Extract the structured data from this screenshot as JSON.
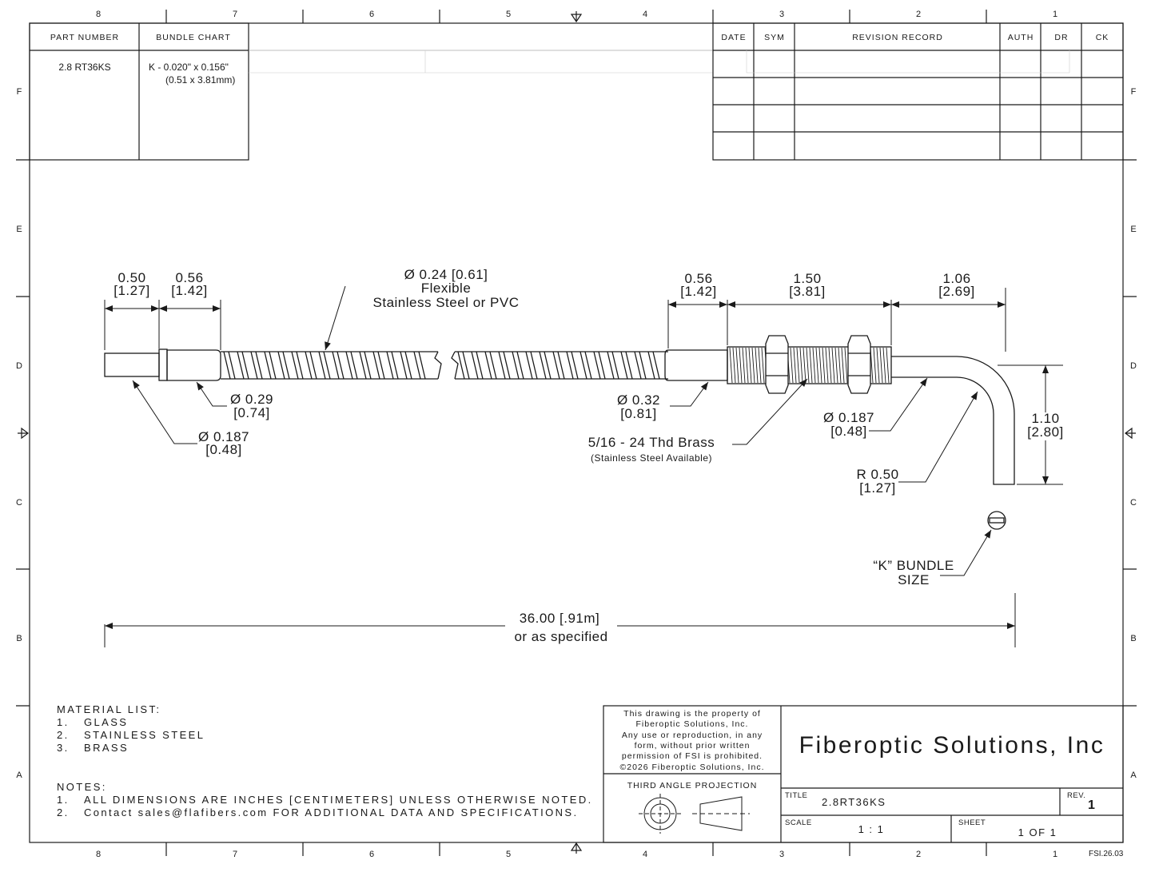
{
  "zone_columns": [
    "8",
    "7",
    "6",
    "5",
    "4",
    "3",
    "2",
    "1"
  ],
  "zone_rows": [
    "F",
    "E",
    "D",
    "C",
    "B",
    "A"
  ],
  "part_table": {
    "headers": {
      "part_number": "PART NUMBER",
      "bundle_chart": "BUNDLE CHART"
    },
    "part_number": "2.8 RT36KS",
    "bundle_line1": "K - 0.020\" x 0.156\"",
    "bundle_line2": "(0.51 x 3.81mm)"
  },
  "revision_table": {
    "headers": {
      "date": "DATE",
      "sym": "SYM",
      "record": "REVISION RECORD",
      "auth": "AUTH",
      "dr": "DR",
      "ck": "CK"
    }
  },
  "dimensions": {
    "tip_len": [
      "0.50",
      "[1.27]"
    ],
    "ferrule_len": [
      "0.56",
      "[1.42]"
    ],
    "sheath": [
      "Ø 0.24 [0.61]",
      "Flexible",
      "Stainless Steel or PVC"
    ],
    "ferrule2_len": [
      "0.56",
      "[1.42]"
    ],
    "thread_len": [
      "1.50",
      "[3.81]"
    ],
    "bend_len": [
      "1.06",
      "[2.69]"
    ],
    "ferrule_dia": [
      "Ø 0.29",
      "[0.74]"
    ],
    "tip_dia": [
      "Ø 0.187",
      "[0.48]"
    ],
    "ferrule2_dia": [
      "Ø 0.32",
      "[0.81]"
    ],
    "thread": [
      "5/16 - 24 Thd Brass",
      "(Stainless Steel Available)"
    ],
    "probe_dia": [
      "Ø 0.187",
      "[0.48]"
    ],
    "probe_height": [
      "1.10",
      "[2.80]"
    ],
    "bend_radius": [
      "R 0.50",
      "[1.27]"
    ],
    "bundle": [
      "“K” BUNDLE",
      "SIZE"
    ],
    "overall": [
      "36.00 [.91m]",
      "or as specified"
    ]
  },
  "material_list": {
    "heading": "MATERIAL LIST:",
    "items": [
      {
        "num": "1.",
        "text": "GLASS"
      },
      {
        "num": "2.",
        "text": "STAINLESS STEEL"
      },
      {
        "num": "3.",
        "text": "BRASS"
      }
    ]
  },
  "notes": {
    "heading": "NOTES:",
    "items": [
      {
        "num": "1.",
        "text": "ALL DIMENSIONS ARE INCHES [CENTIMETERS] UNLESS OTHERWISE NOTED."
      },
      {
        "num": "2.",
        "text": "Contact sales@flafibers.com FOR ADDITIONAL DATA AND SPECIFICATIONS."
      }
    ]
  },
  "property_notice": [
    "This drawing is the property of",
    "Fiberoptic Solutions, Inc.",
    "Any use or reproduction, in any",
    "form, without prior written",
    "permission of FSI is prohibited.",
    "©2026 Fiberoptic Solutions, Inc."
  ],
  "projection_label": "THIRD ANGLE PROJECTION",
  "title_block": {
    "company": "Fiberoptic Solutions, Inc",
    "title_label": "TITLE",
    "title": "2.8RT36KS",
    "rev_label": "REV.",
    "rev": "1",
    "scale_label": "SCALE",
    "scale": "1 : 1",
    "sheet_label": "SHEET",
    "sheet": "1  OF  1"
  },
  "doc_code": "FSI.26.03"
}
